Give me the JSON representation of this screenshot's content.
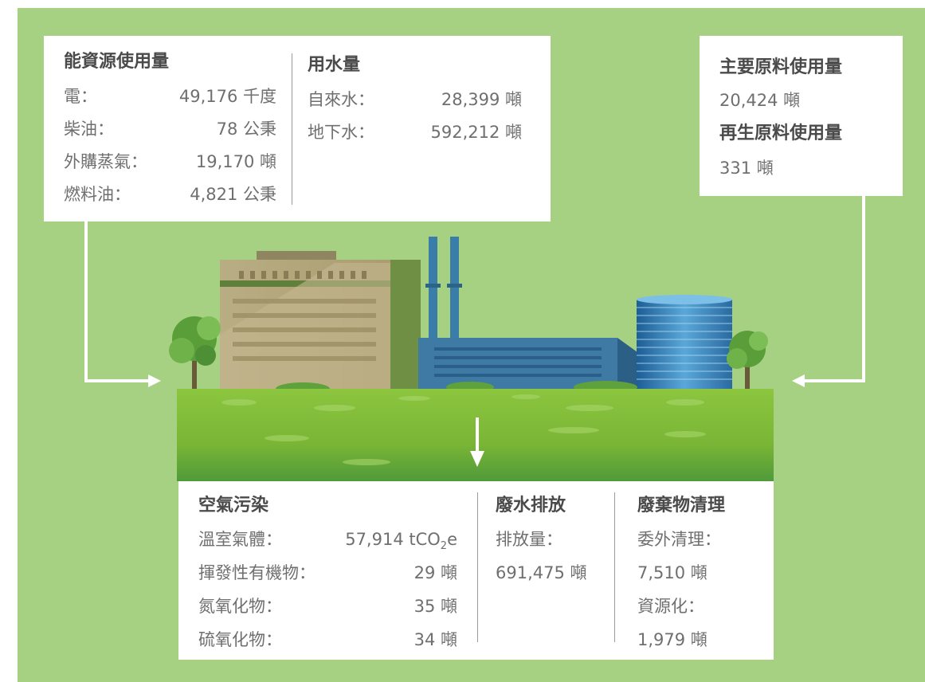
{
  "energy": {
    "heading": "能資源使用量",
    "rows": [
      {
        "label": "電：",
        "value": "49,176 千度"
      },
      {
        "label": "柴油：",
        "value": "78 公秉"
      },
      {
        "label": "外購蒸氣：",
        "value": "19,170 噸"
      },
      {
        "label": "燃料油：",
        "value": "4,821 公秉"
      }
    ]
  },
  "water": {
    "heading": "用水量",
    "rows": [
      {
        "label": "自來水：",
        "value": "28,399 噸"
      },
      {
        "label": "地下水：",
        "value": "592,212 噸"
      }
    ]
  },
  "materials": {
    "heading1": "主要原料使用量",
    "value1": "20,424 噸",
    "heading2": "再生原料使用量",
    "value2": "331 噸"
  },
  "air": {
    "heading": "空氣污染",
    "rows": [
      {
        "label": "溫室氣體：",
        "value": "57,914 tCO2e"
      },
      {
        "label": "揮發性有機物：",
        "value": "29 噸"
      },
      {
        "label": "氮氧化物：",
        "value": "35 噸"
      },
      {
        "label": "硫氧化物：",
        "value": "34 噸"
      }
    ]
  },
  "wastewater": {
    "heading": "廢水排放",
    "label": "排放量：",
    "value": "691,475 噸"
  },
  "waste": {
    "heading": "廢棄物清理",
    "label1": "委外清理：",
    "value1": "7,510 噸",
    "label2": "資源化：",
    "value2": "1,979 噸"
  },
  "colors": {
    "background": "#a6d182",
    "box": "#ffffff",
    "grass": "#86c13a",
    "building_tan": "#b8ab7c",
    "building_blue": "#3f7aa5",
    "tank": "#4c95c9",
    "arrow": "#ffffff"
  },
  "icons": [
    "tree-icon",
    "factory-illustration"
  ]
}
